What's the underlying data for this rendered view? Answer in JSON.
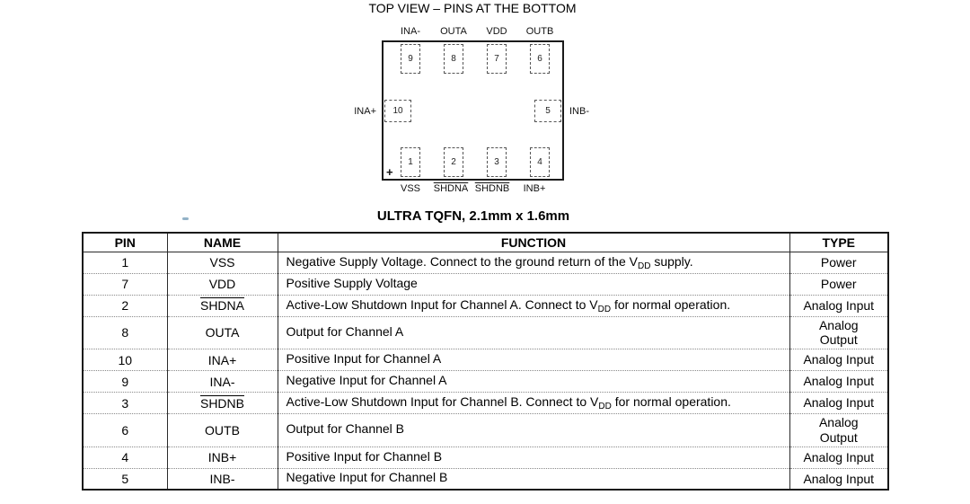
{
  "figure": {
    "title": "TOP VIEW – PINS AT THE BOTTOM",
    "caption": "ULTRA TQFN, 2.1mm x 1.6mm",
    "polarity_mark": "+"
  },
  "diagram": {
    "top_pins": [
      {
        "num": "9",
        "label": "INA-"
      },
      {
        "num": "8",
        "label": "OUTA"
      },
      {
        "num": "7",
        "label": "VDD"
      },
      {
        "num": "6",
        "label": "OUTB"
      }
    ],
    "left_pin": {
      "num": "10",
      "label": "INA+"
    },
    "right_pin": {
      "num": "5",
      "label": "INB-"
    },
    "bottom_pins": [
      {
        "num": "1",
        "label": "VSS"
      },
      {
        "num": "2",
        "label": "SHDNA"
      },
      {
        "num": "3",
        "label": "SHDNB"
      },
      {
        "num": "4",
        "label": "INB+"
      }
    ]
  },
  "table": {
    "headers": [
      "PIN",
      "NAME",
      "FUNCTION",
      "TYPE"
    ],
    "rows": [
      {
        "pin": "1",
        "name": "VSS",
        "func_pre": "Negative Supply Voltage. Connect to the ground return of the V",
        "func_sub": "DD",
        "func_post": " supply.",
        "type": "Power"
      },
      {
        "pin": "7",
        "name": "VDD",
        "func_pre": "Positive Supply Voltage",
        "func_sub": "",
        "func_post": "",
        "type": "Power"
      },
      {
        "pin": "2",
        "name": "SHDNA",
        "func_pre": "Active-Low Shutdown Input for Channel A. Connect to V",
        "func_sub": "DD",
        "func_post": " for normal operation.",
        "type": "Analog Input"
      },
      {
        "pin": "8",
        "name": "OUTA",
        "func_pre": "Output for Channel A",
        "func_sub": "",
        "func_post": "",
        "type": "Analog\nOutput"
      },
      {
        "pin": "10",
        "name": "INA+",
        "func_pre": "Positive Input for Channel A",
        "func_sub": "",
        "func_post": "",
        "type": "Analog Input"
      },
      {
        "pin": "9",
        "name": "INA-",
        "func_pre": "Negative Input for Channel A",
        "func_sub": "",
        "func_post": "",
        "type": "Analog Input"
      },
      {
        "pin": "3",
        "name": "SHDNB",
        "func_pre": "Active-Low Shutdown Input for Channel B. Connect to V",
        "func_sub": "DD",
        "func_post": " for normal operation.",
        "type": "Analog Input"
      },
      {
        "pin": "6",
        "name": "OUTB",
        "func_pre": "Output for Channel B",
        "func_sub": "",
        "func_post": "",
        "type": "Analog\nOutput"
      },
      {
        "pin": "4",
        "name": "INB+",
        "func_pre": "Positive Input for Channel B",
        "func_sub": "",
        "func_post": "",
        "type": "Analog Input"
      },
      {
        "pin": "5",
        "name": "INB-",
        "func_pre": "Negative Input for Channel B",
        "func_sub": "",
        "func_post": "",
        "type": "Analog Input"
      }
    ]
  }
}
